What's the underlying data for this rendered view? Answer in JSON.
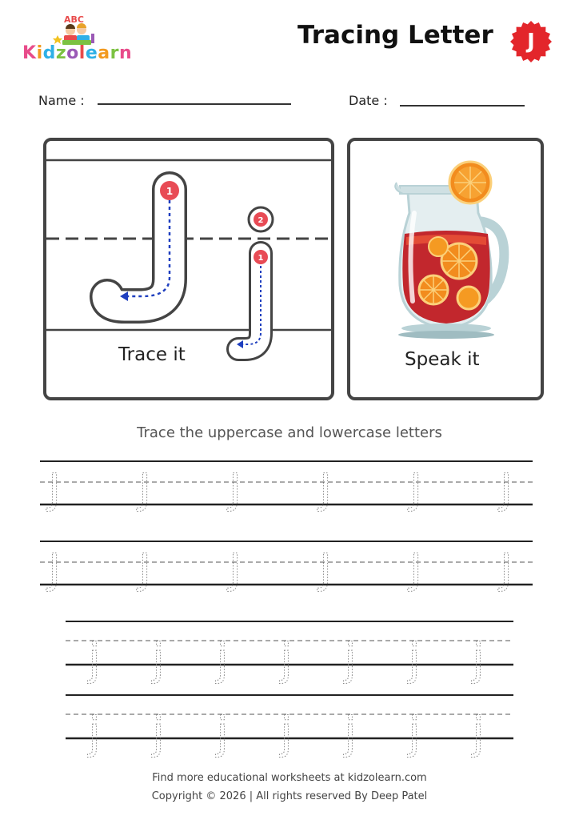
{
  "brand": {
    "logo_abc": "ABC",
    "logo_word": "Kidzolearn",
    "logo_colors": [
      "#e84b8a",
      "#f29a1f",
      "#2fb0e6",
      "#7cc242",
      "#9b59b6",
      "#e84b4b",
      "#2fb0e6",
      "#f29a1f",
      "#7cc242",
      "#e84b8a"
    ]
  },
  "header": {
    "title": "Tracing Letter",
    "badge_letter": "J",
    "badge_color": "#e3262b"
  },
  "fields": {
    "name_label": "Name :",
    "date_label": "Date :"
  },
  "trace_panel": {
    "caption": "Trace it",
    "uppercase": "J",
    "lowercase": "j",
    "stroke_numbers": [
      "1",
      "2",
      "1"
    ],
    "arrow_color": "#1f3fbf",
    "number_color": "#e84b55"
  },
  "speak_panel": {
    "caption": "Speak it",
    "image": "orange-juice-jug-icon"
  },
  "practice": {
    "instruction": "Trace the uppercase and lowercase letters",
    "uppercase_letter": "J",
    "lowercase_letter": "j",
    "uppercase_rows": 2,
    "uppercase_per_row": 6,
    "lowercase_rows": 2,
    "lowercase_per_row": 7
  },
  "footer": {
    "line1": "Find more educational worksheets at kidzolearn.com",
    "line2": "Copyright © 2026 | All rights reserved By Deep Patel"
  }
}
